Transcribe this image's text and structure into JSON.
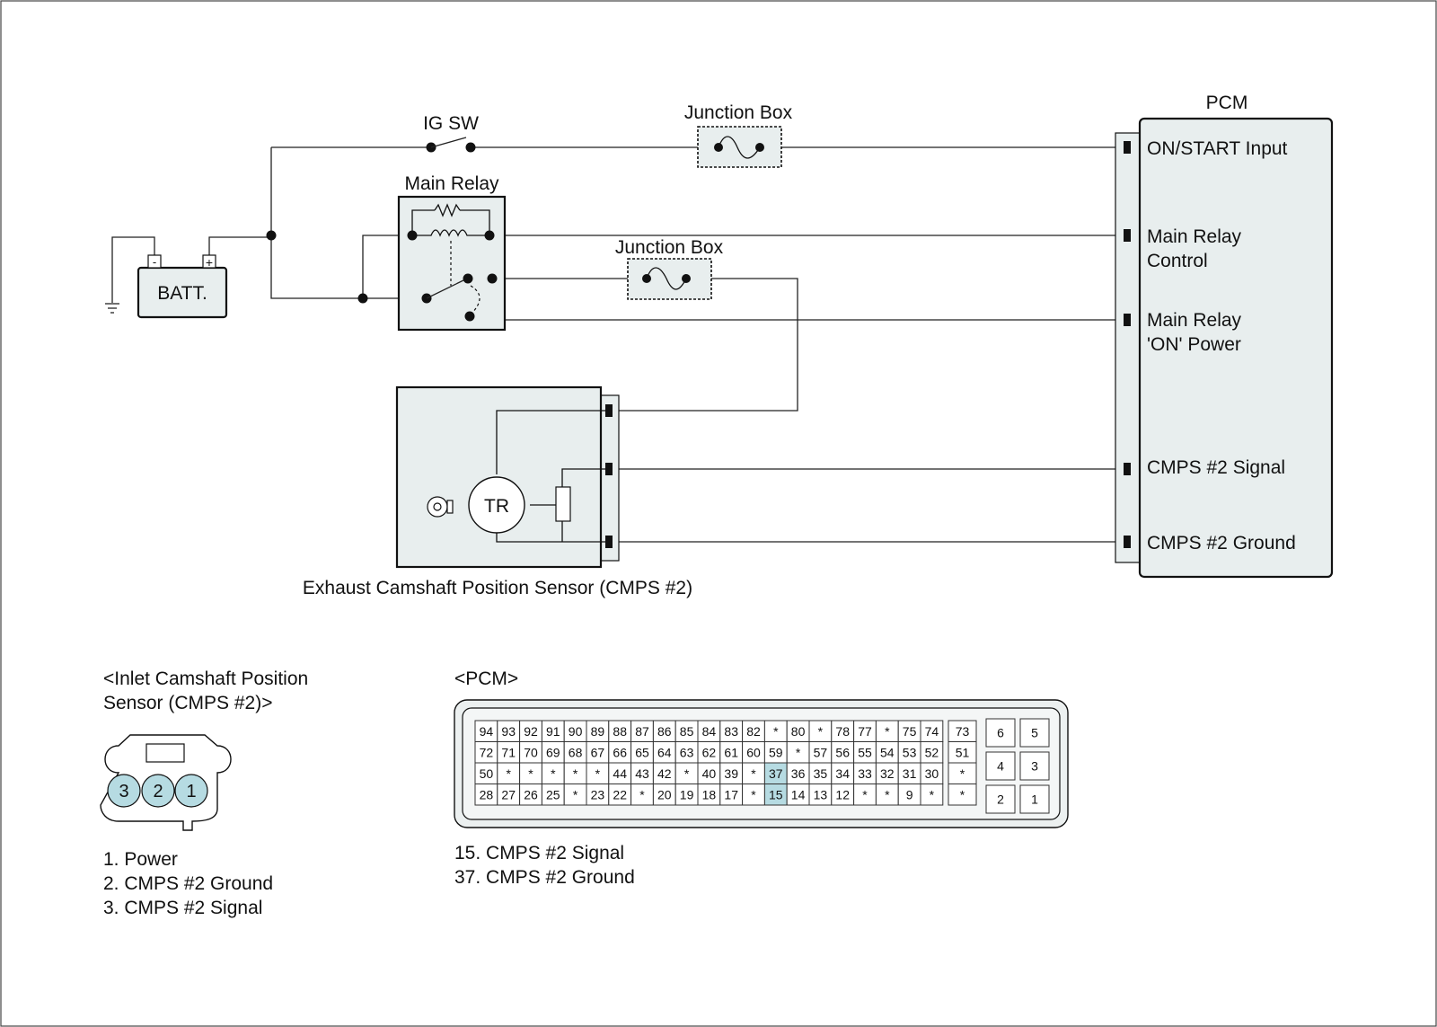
{
  "labels": {
    "ig_sw": "IG SW",
    "junction_box_1": "Junction Box",
    "junction_box_2": "Junction Box",
    "main_relay": "Main Relay",
    "battery": "BATT.",
    "battery_minus": "-",
    "battery_plus": "+",
    "pcm_title": "PCM",
    "pcm_pins": [
      {
        "line1": "ON/START Input",
        "line2": ""
      },
      {
        "line1": "Main Relay",
        "line2": "Control"
      },
      {
        "line1": "Main Relay",
        "line2": "'ON' Power"
      },
      {
        "line1": "CMPS #2 Signal",
        "line2": ""
      },
      {
        "line1": "CMPS #2 Ground",
        "line2": ""
      }
    ],
    "sensor_tr": "TR",
    "sensor_caption": "Exhaust Camshaft Position Sensor (CMPS #2)"
  },
  "inlet_connector": {
    "title_line1": "<Inlet Camshaft Position",
    "title_line2": "Sensor (CMPS #2)>",
    "pins": [
      "3",
      "2",
      "1"
    ],
    "legend": [
      "1. Power",
      "2. CMPS #2 Ground",
      "3. CMPS #2 Signal"
    ]
  },
  "pcm_connector": {
    "title": "<PCM>",
    "rows": [
      [
        "94",
        "93",
        "92",
        "91",
        "90",
        "89",
        "88",
        "87",
        "86",
        "85",
        "84",
        "83",
        "82",
        "*",
        "80",
        "*",
        "78",
        "77",
        "*",
        "75",
        "74"
      ],
      [
        "72",
        "71",
        "70",
        "69",
        "68",
        "67",
        "66",
        "65",
        "64",
        "63",
        "62",
        "61",
        "60",
        "59",
        "*",
        "57",
        "56",
        "55",
        "54",
        "53",
        "52"
      ],
      [
        "50",
        "*",
        "*",
        "*",
        "*",
        "*",
        "44",
        "43",
        "42",
        "*",
        "40",
        "39",
        "*",
        "37",
        "36",
        "35",
        "34",
        "33",
        "32",
        "31",
        "30"
      ],
      [
        "28",
        "27",
        "26",
        "25",
        "*",
        "23",
        "22",
        "*",
        "20",
        "19",
        "18",
        "17",
        "*",
        "15",
        "14",
        "13",
        "12",
        "*",
        "*",
        "9",
        "*"
      ]
    ],
    "side_column": [
      "73",
      "51",
      "*",
      "*"
    ],
    "block_left": [
      "6",
      "4",
      "2"
    ],
    "block_right": [
      "5",
      "3",
      "1"
    ],
    "highlighted": [
      "37",
      "15"
    ],
    "highlight_color": "#b6dbe2",
    "legend": [
      "15. CMPS #2 Signal",
      "37. CMPS #2 Ground"
    ]
  }
}
